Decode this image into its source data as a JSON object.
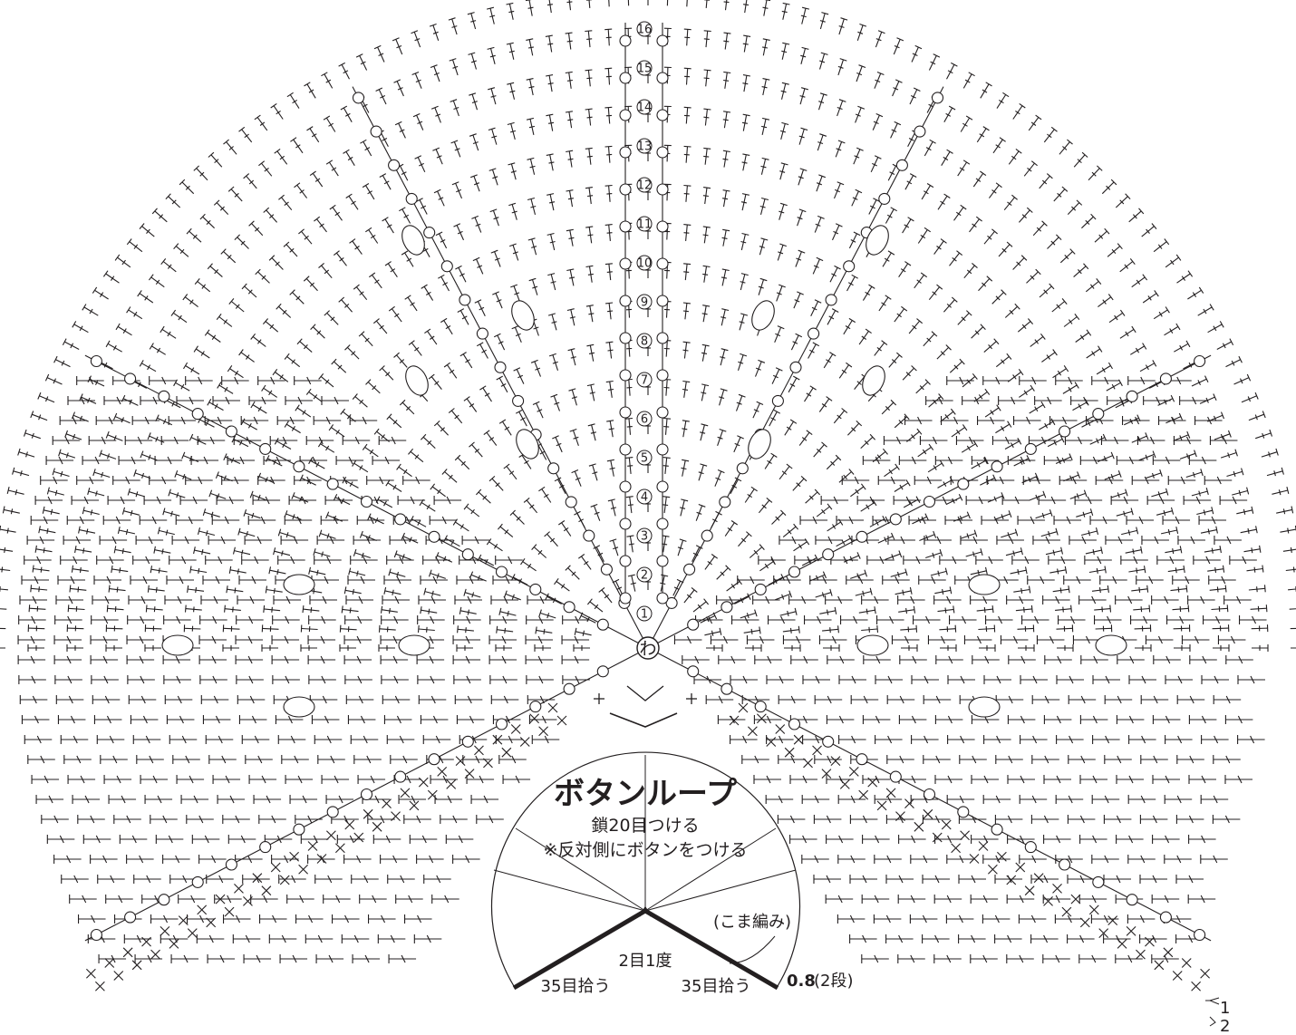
{
  "center_label": "わ",
  "row_labels": [
    "1",
    "2",
    "3",
    "4",
    "5",
    "6",
    "7",
    "8",
    "9",
    "10",
    "11",
    "12",
    "13",
    "14",
    "15",
    "16"
  ],
  "inset": {
    "title": "ボタンループ",
    "line1": "鎖20目つける",
    "line2": "※反対側にボタンをつける",
    "stitch_note": "(こま編み)",
    "decrease_note": "2目1度",
    "pickup_left": "35目拾う",
    "pickup_right": "35目拾う",
    "band_size": "0.8",
    "band_rows": "(2段)"
  },
  "edge_rows": {
    "row1": "1",
    "row2": "2"
  },
  "colors": {
    "ink": "#231f20"
  }
}
